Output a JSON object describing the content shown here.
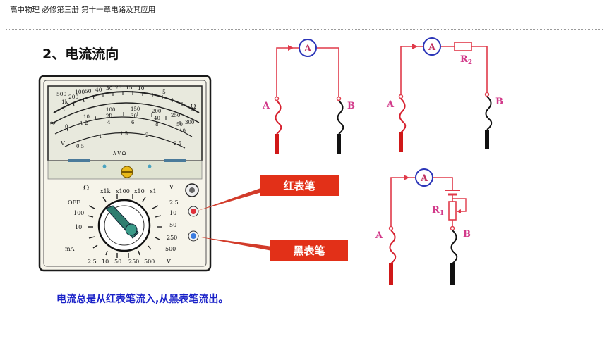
{
  "header": {
    "breadcrumb": "高中物理  必修第三册 第十一章电路及其应用"
  },
  "section_title": "2、电流流向",
  "meter": {
    "scale_top": [
      "500",
      "1k",
      "200",
      "100",
      "50",
      "40",
      "30",
      "25",
      "15",
      "10",
      "5"
    ],
    "scale_mid": [
      "100",
      "150",
      "200",
      "250",
      "300",
      "10",
      "20",
      "30",
      "40",
      "50",
      "0",
      "2",
      "4",
      "6",
      "8",
      "10"
    ],
    "scale_bottom": [
      "0.5",
      "1",
      "1.5",
      "2",
      "2.5"
    ],
    "symbols": [
      "Ω",
      "≈",
      "V",
      "A-V-Ω"
    ],
    "range_row": [
      "x1k",
      "x100",
      "x10",
      "x1"
    ],
    "left_ranges": [
      "OFF",
      "100",
      "10"
    ],
    "right_ranges": [
      "2.5",
      "10",
      "50",
      "250",
      "500"
    ],
    "bottom_ranges": [
      "2.5",
      "10",
      "50",
      "250",
      "500"
    ],
    "unit_ma": "mA",
    "unit_v": "V",
    "omega_top": "Ω"
  },
  "labels": {
    "red_probe": "红表笔",
    "black_probe": "黑表笔"
  },
  "circuits": {
    "ammeter": "A",
    "point_a": "A",
    "point_b": "B",
    "r2": "R",
    "r2_sub": "2",
    "r1": "R",
    "r1_sub": "1"
  },
  "caption": "电流总是从红表笔流入,从黑表笔流出。"
}
